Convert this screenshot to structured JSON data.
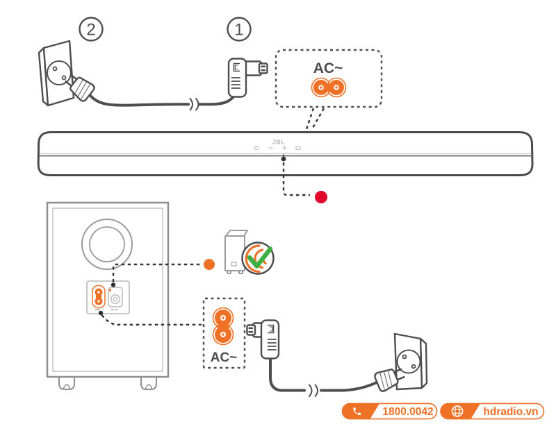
{
  "steps": {
    "one": "1",
    "two": "2"
  },
  "callouts": {
    "ac_top": "AC~",
    "ac_bottom": "AC~"
  },
  "soundbar": {
    "brand": "JBL"
  },
  "footer": {
    "phone": "1800.0042",
    "website": "hdradio.vn"
  },
  "colors": {
    "accent_orange": "#EE7125",
    "status_red": "#E2062C",
    "success_green": "#3EB043",
    "outline_dark": "#4D4D4D",
    "outline_mid": "#8F8F8F"
  },
  "icons": {
    "phone_badge": "phone-icon",
    "website_badge": "globe-icon",
    "power_inlet_top": "c7-figure8-horizontal-icon",
    "power_inlet_bottom": "c7-figure8-vertical-icon",
    "pairing_ok": "wireless-check-icon",
    "cable_break": "cable-break-icon"
  }
}
